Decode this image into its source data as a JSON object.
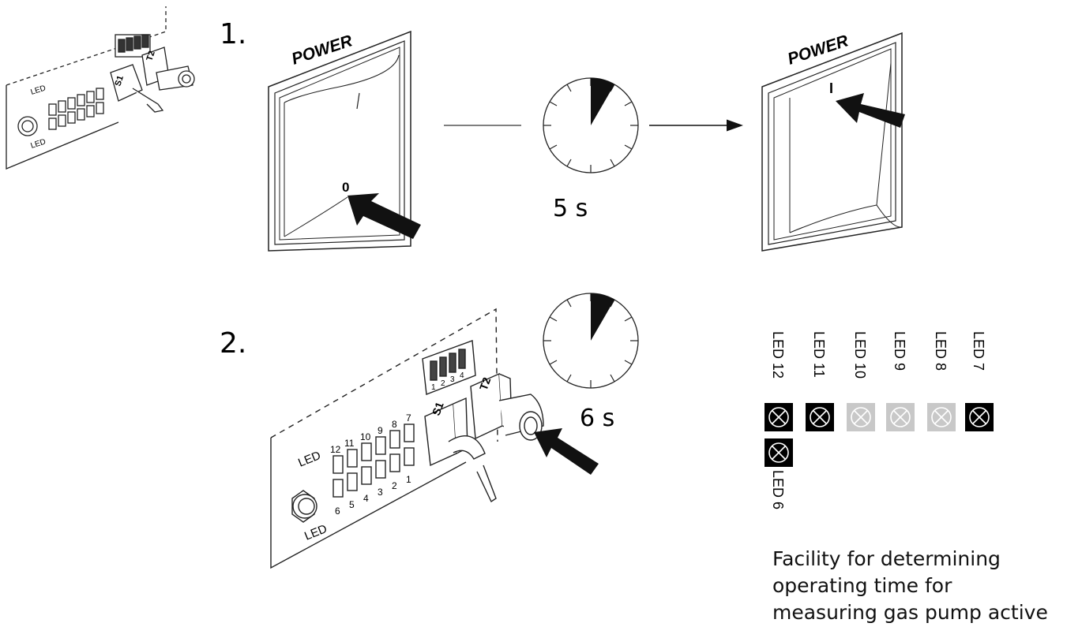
{
  "steps": {
    "step1": "1.",
    "step2": "2."
  },
  "switch": {
    "title": "POWER",
    "off_mark": "0",
    "on_mark": "I"
  },
  "timers": {
    "first": "5 s",
    "second": "6 s"
  },
  "panel": {
    "led_label": "LED",
    "top_row_numbers": [
      "12",
      "11",
      "10",
      "9",
      "8",
      "7"
    ],
    "bottom_row_numbers": [
      "6",
      "5",
      "4",
      "3",
      "2",
      "1"
    ],
    "switch_labels": {
      "s1": "S1",
      "t2": "T2"
    },
    "dip_numbers": [
      "1",
      "2",
      "3",
      "4"
    ]
  },
  "led_status": {
    "items": [
      {
        "label": "LED 12",
        "state": "on"
      },
      {
        "label": "LED 11",
        "state": "on"
      },
      {
        "label": "LED 10",
        "state": "off"
      },
      {
        "label": "LED 9",
        "state": "off"
      },
      {
        "label": "LED 8",
        "state": "off"
      },
      {
        "label": "LED 7",
        "state": "on"
      },
      {
        "label": "LED 6",
        "state": "on"
      }
    ]
  },
  "caption": {
    "lines": [
      "Facility for determining",
      "operating time for",
      "measuring gas pump active"
    ]
  },
  "colors": {
    "led_on": "#000000",
    "led_off": "#c8c8c8",
    "ink": "#1a1a1a"
  },
  "icons": [
    "pointer-arrow-icon",
    "stopwatch-icon",
    "led-icon",
    "toggle-switch-icon",
    "push-button-icon"
  ]
}
